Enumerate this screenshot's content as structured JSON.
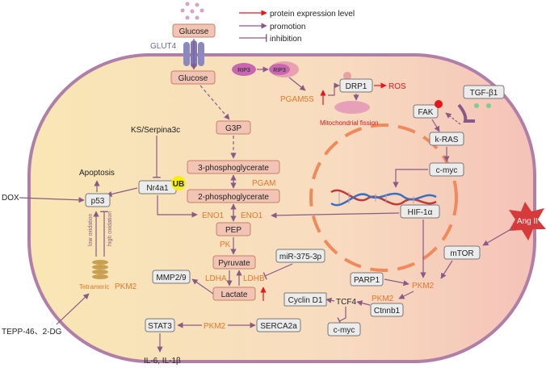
{
  "legend": {
    "protein_expression": "protein expression level",
    "promotion": "promotion",
    "inhibition": "inhibition"
  },
  "colors": {
    "cell_fill": "#f9e6b4",
    "cell_border": "#b07fa8",
    "nucleus_dash": "#f08a5c",
    "box_fill": "#f2c4b4",
    "arrow": "#8a5a86",
    "orange_text": "#e8762c",
    "red": "#e5161b",
    "ub_yellow": "#f5ee0b",
    "ang_star": "#d63a3a"
  },
  "labels": {
    "glucose_out": "Glucose",
    "glut4": "GLUT4",
    "glucose_in": "Glucose",
    "rip3_a": "RIP3",
    "rip3_b": "RIP3",
    "pgam5s": "PGAM5S",
    "drp1": "DRP1",
    "ros": "ROS",
    "mito_fission": "Mitochondrial fission",
    "tgfb1": "TGF-β1",
    "fak": "FAK",
    "kras": "k-RAS",
    "cmyc_top": "c-myc",
    "hif1a": "HIF-1α",
    "ang2": "Ang II",
    "mtor": "mTOR",
    "pkm2_right": "PKM2",
    "parp1": "PARP1",
    "pkm2_mid": "PKM2",
    "ctnnb1": "Ctnnb1",
    "tcf4": "TCF4",
    "cyclin_d1": "Cyclin D1",
    "cmyc_bottom": "c-myc",
    "g3p": "G3P",
    "pg3": "3-phosphoglycerate",
    "pgam": "PGAM",
    "pg2": "2-phosphoglycerate",
    "eno1_left": "ENO1",
    "eno1_right": "ENO1",
    "pep": "PEP",
    "pk": "PK",
    "pyruvate": "Pyruvate",
    "mir": "miR-375-3p",
    "ldha": "LDHA",
    "ldhb": "LDHB",
    "lactate": "Lactate",
    "mmp": "MMP2/9",
    "ks": "KS/Serpina3c",
    "nr4a1": "Nr4a1",
    "ub": "UB",
    "apoptosis": "Apoptosis",
    "dox": "DOX",
    "p53": "p53",
    "low_oxidation": "low oxidation",
    "high_oxidation": "high oxidation",
    "tetrameric": "Tetrameric",
    "pkm2_tetra": "PKM2",
    "tepp": "TEPP-46、2-DG",
    "stat3": "STAT3",
    "pkm2_bottom": "PKM2",
    "serca2a": "SERCA2a",
    "il6": "IL-6, IL-1β"
  }
}
